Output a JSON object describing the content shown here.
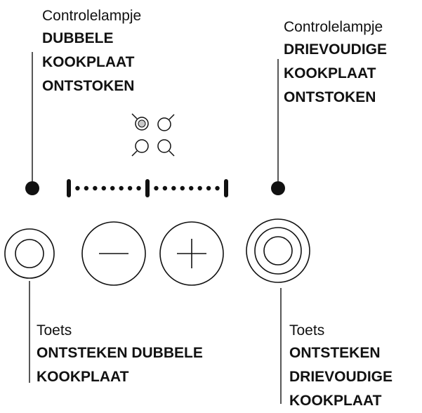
{
  "labels": {
    "top_left": {
      "caption": "Controlelampje",
      "lines": [
        "DUBBELE",
        "KOOKPLAAT",
        "ONTSTOKEN"
      ]
    },
    "top_right": {
      "caption": "Controlelampje",
      "lines": [
        "DRIEVOUDIGE",
        "KOOKPLAAT",
        "ONTSTOKEN"
      ]
    },
    "bottom_left": {
      "caption": "Toets",
      "lines": [
        "ONTSTEKEN DUBBELE",
        "KOOKPLAAT"
      ]
    },
    "bottom_right": {
      "caption": "Toets",
      "lines": [
        "ONTSTEKEN",
        "DRIEVOUDIGE",
        "KOOKPLAAT"
      ]
    }
  },
  "colors": {
    "ink": "#111111",
    "zone_fill": "#c8c8c8",
    "background": "#ffffff"
  },
  "icons": [
    "zone-selector-icon-top-left",
    "zone-selector-icon-top-right",
    "zone-selector-icon-bottom-left",
    "zone-selector-icon-bottom-right"
  ],
  "controls": [
    "single-ring-button",
    "minus-button",
    "plus-button",
    "double-ring-button"
  ]
}
